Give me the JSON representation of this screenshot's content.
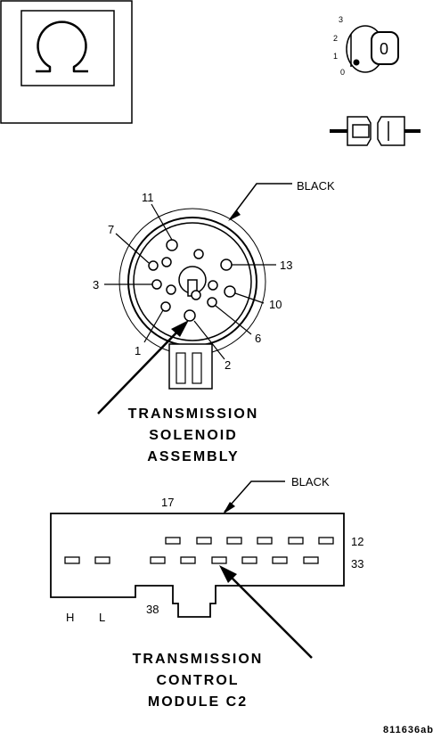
{
  "icons": {
    "ohmmeter": "ohmmeter-icon",
    "ignition": "ignition-switch-icon",
    "connector": "disconnected-connector-icon"
  },
  "ignition_positions": [
    "3",
    "2",
    "1",
    "0"
  ],
  "ignition_key_label": "0",
  "solenoid": {
    "color_label": "BLACK",
    "title_lines": [
      "TRANSMISSION",
      "SOLENOID",
      "ASSEMBLY"
    ],
    "pin_labels": {
      "p11": "11",
      "p7": "7",
      "p3": "3",
      "p1": "1",
      "p2": "2",
      "p6": "6",
      "p10": "10",
      "p13": "13"
    }
  },
  "module": {
    "color_label": "BLACK",
    "title_lines": [
      "TRANSMISSION",
      "CONTROL",
      "MODULE C2"
    ],
    "pin_labels": {
      "p17": "17",
      "p12": "12",
      "p33": "33",
      "p38": "38",
      "h": "H",
      "l": "L"
    }
  },
  "figure_code": "811636ab"
}
